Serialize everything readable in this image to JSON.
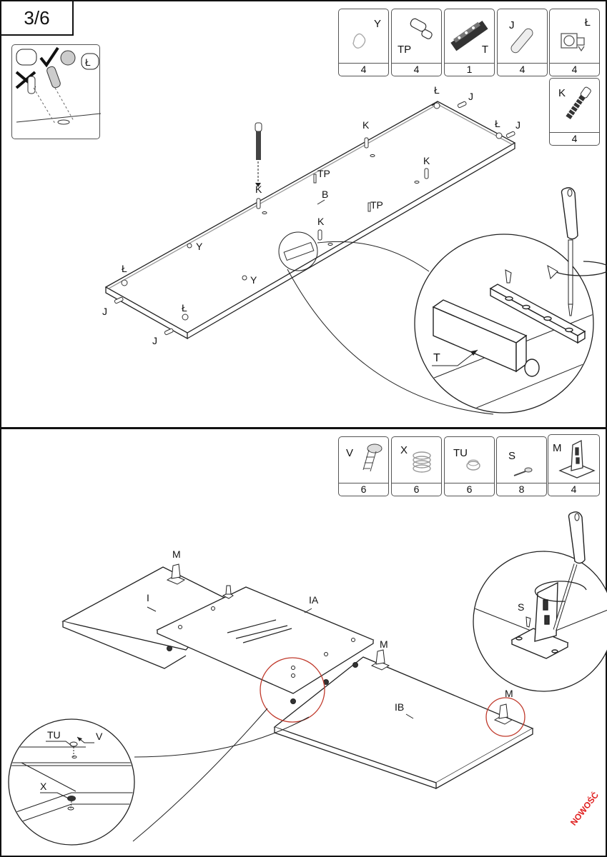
{
  "page_indicator": "3/6",
  "step1": {
    "parts": [
      {
        "code": "Y",
        "qty": "4"
      },
      {
        "code": "TP",
        "qty": "4"
      },
      {
        "code": "T",
        "qty": "1"
      },
      {
        "code": "J",
        "qty": "4"
      },
      {
        "code": "Ł",
        "qty": "4"
      },
      {
        "code": "K",
        "qty": "4"
      }
    ],
    "hint_label": "Ł",
    "labels": {
      "L1": "Ł",
      "L2": "Ł",
      "L3": "Ł",
      "L4": "Ł",
      "J1": "J",
      "J2": "J",
      "J3": "J",
      "J4": "J",
      "K1": "K",
      "K2": "K",
      "K3": "K",
      "K4": "K",
      "TP1": "TP",
      "TP2": "TP",
      "Y1": "Y",
      "Y2": "Y",
      "B": "B",
      "T_zoom": "T"
    }
  },
  "step2": {
    "parts": [
      {
        "code": "V",
        "qty": "6"
      },
      {
        "code": "X",
        "qty": "6"
      },
      {
        "code": "TU",
        "qty": "6"
      },
      {
        "code": "S",
        "qty": "8"
      },
      {
        "code": "M",
        "qty": "4"
      }
    ],
    "labels": {
      "M1": "M",
      "M2": "M",
      "M3": "M",
      "I": "I",
      "IA": "IA",
      "IB": "IB",
      "S_zoom": "S",
      "TU_zoom": "TU",
      "V_zoom": "V",
      "X_zoom": "X"
    }
  },
  "badge": "NOWOŚĆ"
}
